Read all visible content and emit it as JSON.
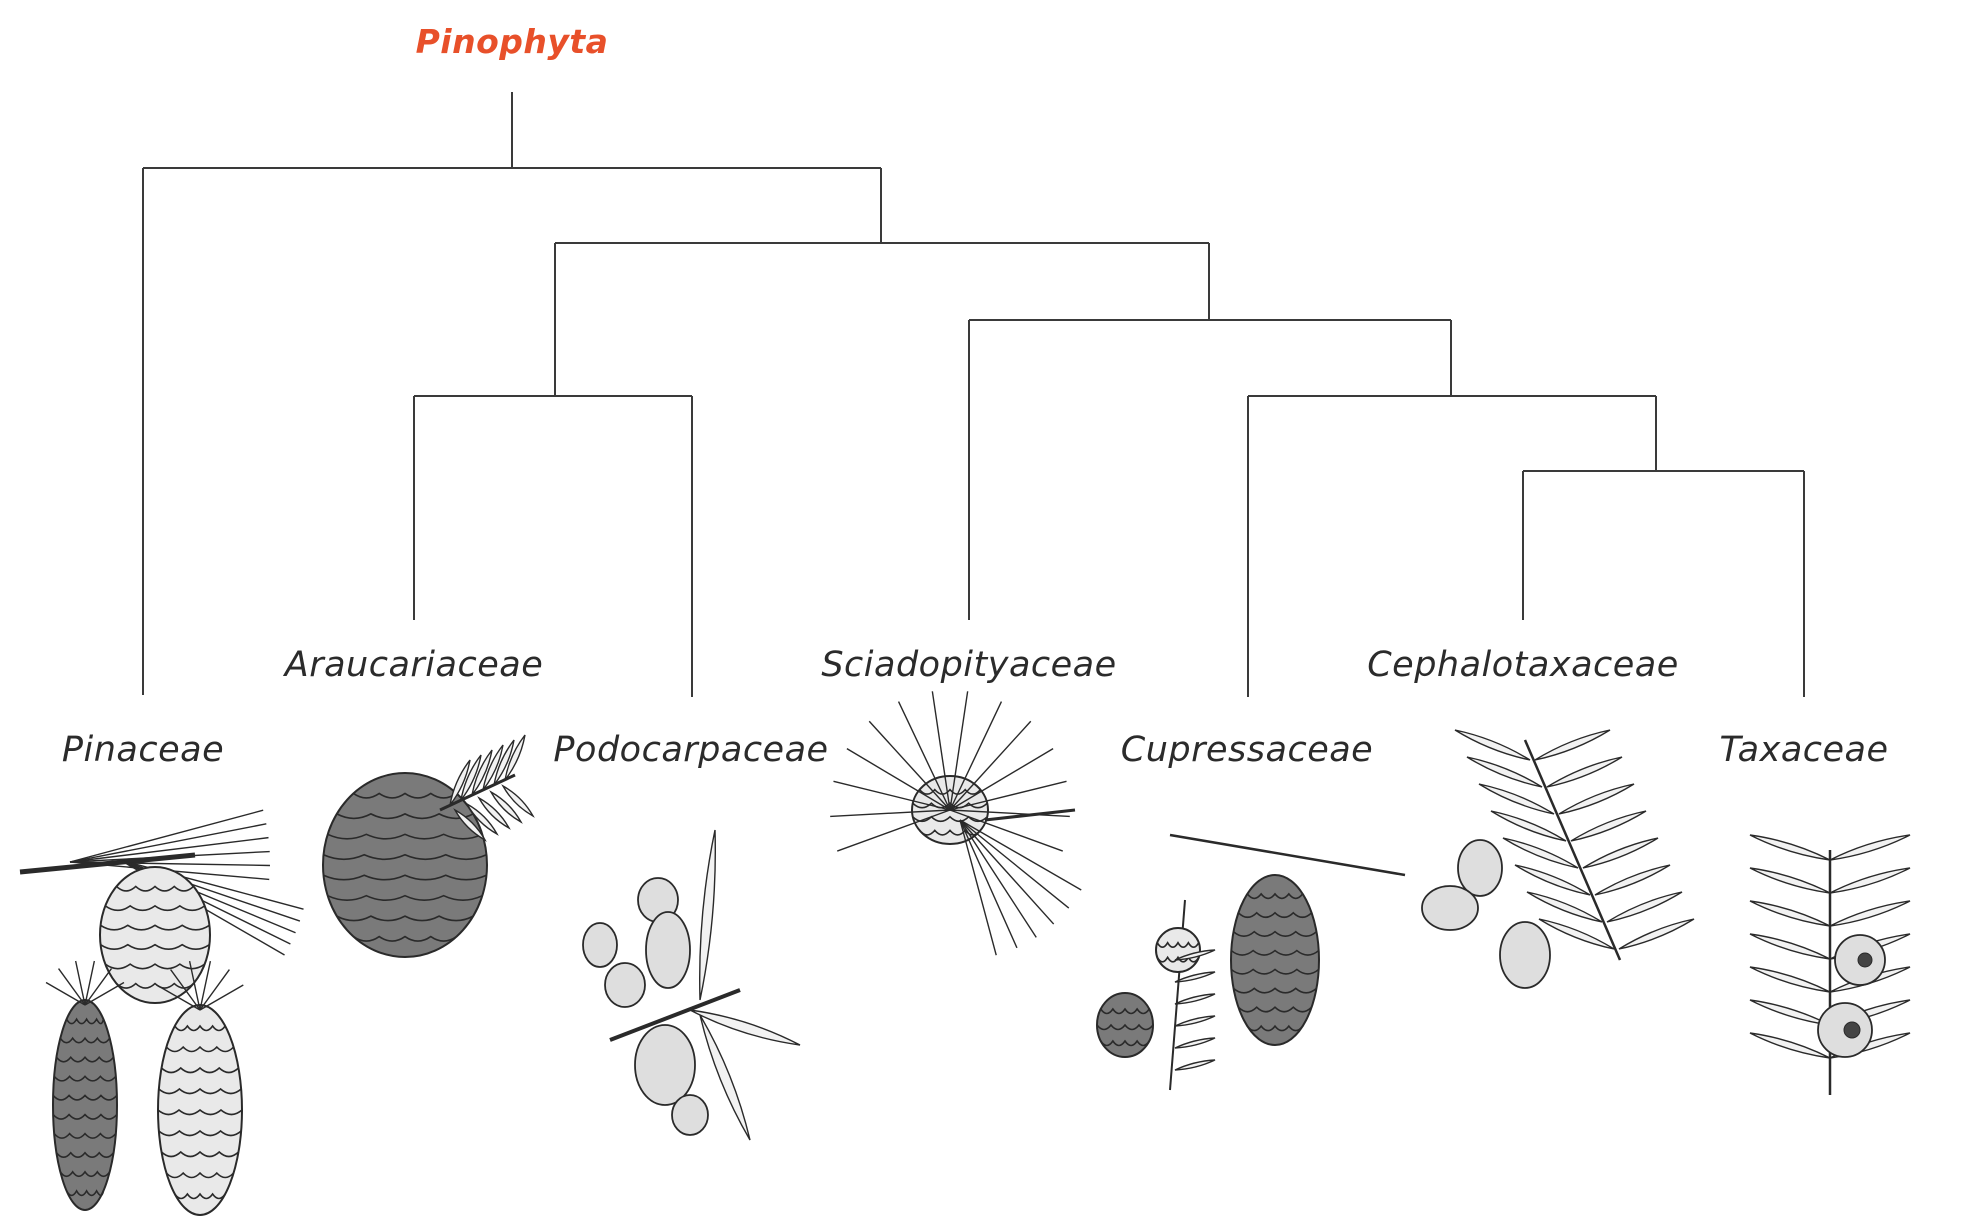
{
  "diagram": {
    "root_label": "Pinophyta",
    "root_color": "#e8502a",
    "line_color": "#3a3a3a",
    "leaves": [
      {
        "id": "pinaceae",
        "label": "Pinaceae",
        "illustration": "pine-cone-and-needles-drawing"
      },
      {
        "id": "araucariaceae",
        "label": "Araucariaceae",
        "illustration": "araucaria-cone-drawing"
      },
      {
        "id": "podocarpaceae",
        "label": "Podocarpaceae",
        "illustration": "podocarp-fruit-branch-drawing"
      },
      {
        "id": "sciadopityaceae",
        "label": "Sciadopityaceae",
        "illustration": "umbrella-pine-cone-drawing"
      },
      {
        "id": "cupressaceae",
        "label": "Cupressaceae",
        "illustration": "cypress-cones-drawing"
      },
      {
        "id": "cephalotaxaceae",
        "label": "Cephalotaxaceae",
        "illustration": "plum-yew-branch-drawing"
      },
      {
        "id": "taxaceae",
        "label": "Taxaceae",
        "illustration": "yew-berries-branch-drawing"
      }
    ]
  }
}
